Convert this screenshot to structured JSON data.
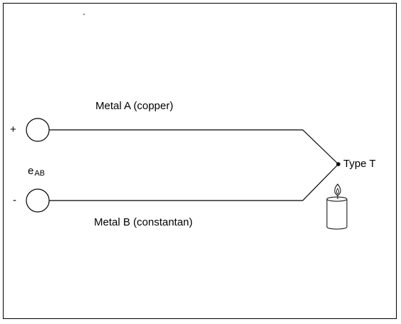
{
  "labels": {
    "metal_a": "Metal A (copper)",
    "metal_b": "Metal B (constantan)",
    "junction_type": "Type T",
    "plus_sign": "+",
    "minus_sign": "-",
    "emf_main": "e",
    "emf_sub": "AB"
  },
  "colors": {
    "line": "#000000",
    "background": "#ffffff"
  },
  "icons": {
    "heat_source": "candle-icon",
    "terminals": "terminal-circle-icon"
  }
}
